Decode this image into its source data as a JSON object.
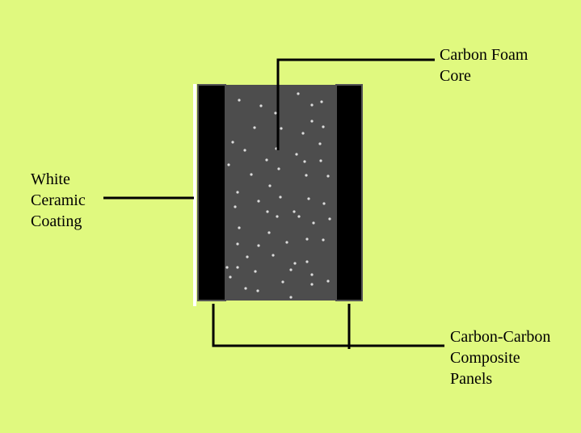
{
  "labels": {
    "carbon_foam_core": [
      "Carbon Foam",
      "Core"
    ],
    "white_ceramic_coating": [
      "White",
      "Ceramic",
      "Coating"
    ],
    "carbon_carbon_panels": [
      "Carbon-Carbon",
      "Composite",
      "Panels"
    ]
  },
  "colors": {
    "background": "#e0f97f",
    "foam_core": "#4d4d4d",
    "panel": "#000000",
    "panel_outline": "#555555",
    "coating": "#ffffff",
    "pore": "#dcdcdc",
    "leader_line": "#000000"
  }
}
